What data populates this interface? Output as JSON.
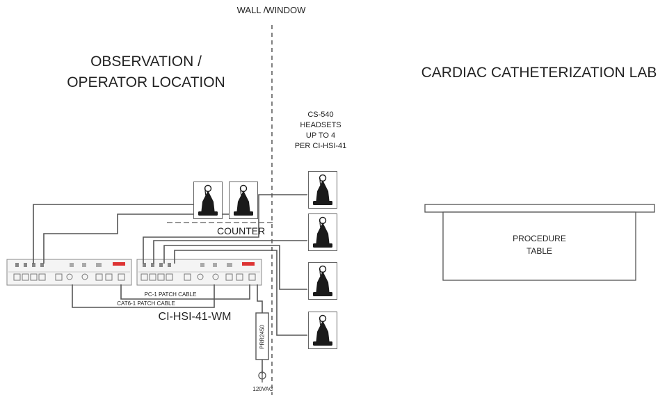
{
  "labels": {
    "wall": "WALL /WINDOW",
    "observation_line1": "OBSERVATION /",
    "observation_line2": "OPERATOR LOCATION",
    "lab": "CARDIAC CATHETERIZATION LAB",
    "headsets_line1": "CS-540",
    "headsets_line2": "HEADSETS",
    "headsets_line3": "UP TO 4",
    "headsets_line4": "PER CI-HSI-41",
    "counter": "COUNTER",
    "procedure_line1": "PROCEDURE",
    "procedure_line2": "TABLE",
    "pc_cable": "PC-1 PATCH CABLE",
    "cat_cable": "CAT6-1 PATCH CABLE",
    "unit": "CI-HSI-41-WM",
    "power_supply": "PRR2450",
    "voltage": "120VAC"
  },
  "icons": {
    "headset_station": "headset-on-base-icon",
    "outlet": "power-outlet-icon"
  },
  "colors": {
    "line": "#555555",
    "text": "#222222",
    "icon": "#1a1a1a"
  }
}
